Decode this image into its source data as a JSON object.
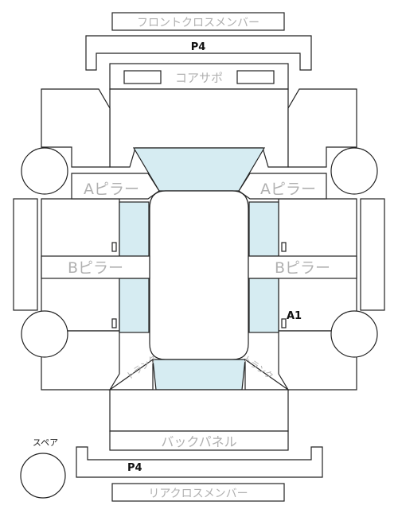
{
  "labels": {
    "front_cross_member": "フロントクロスメンバー",
    "core_support": "コアサポ",
    "a_pillar_left": "Aピラー",
    "a_pillar_right": "Aピラー",
    "b_pillar_left": "Bピラー",
    "b_pillar_right": "Bピラー",
    "back_panel": "バックパネル",
    "rear_cross_member": "リアクロスメンバー",
    "spare": "スペア",
    "trunk_left": "トランク",
    "trunk_right": "トランク"
  },
  "grades": {
    "front": "P4",
    "rear": "P4",
    "marker": "A1"
  },
  "colors": {
    "glass": "#d6ecf2",
    "outline": "#222222",
    "label_gray": "#b0b0b0"
  }
}
